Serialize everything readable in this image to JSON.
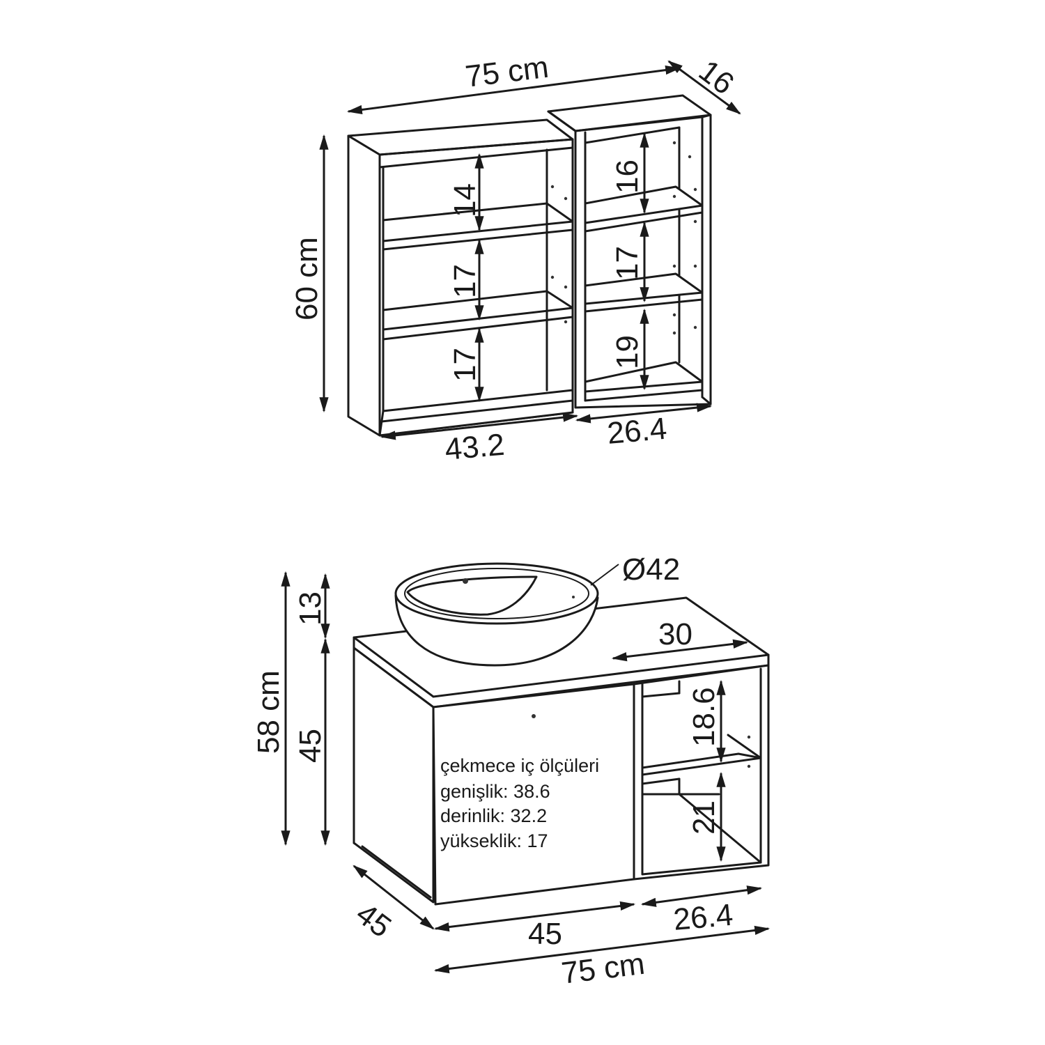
{
  "wall_cabinet": {
    "total_width": "75 cm",
    "depth": "16",
    "height": "60 cm",
    "left_section_width": "43.2",
    "right_section_width": "26.4",
    "left_shelf_spacing": [
      "14",
      "17",
      "17"
    ],
    "right_shelf_spacing": [
      "16",
      "17",
      "19"
    ]
  },
  "vanity": {
    "basin_diameter": "Ø42",
    "total_height": "58 cm",
    "basin_height": "13",
    "cabinet_height": "45",
    "depth": "45",
    "open_shelf_depth": "30",
    "drawer_width": "45",
    "shelf_width": "26.4",
    "total_width": "75 cm",
    "shelf_spacing": [
      "18.6",
      "21"
    ],
    "drawer_note": {
      "title": "çekmece iç ölçüleri",
      "width": "genişlik: 38.6",
      "depth": "derinlik: 32.2",
      "height": "yükseklik: 17"
    }
  }
}
